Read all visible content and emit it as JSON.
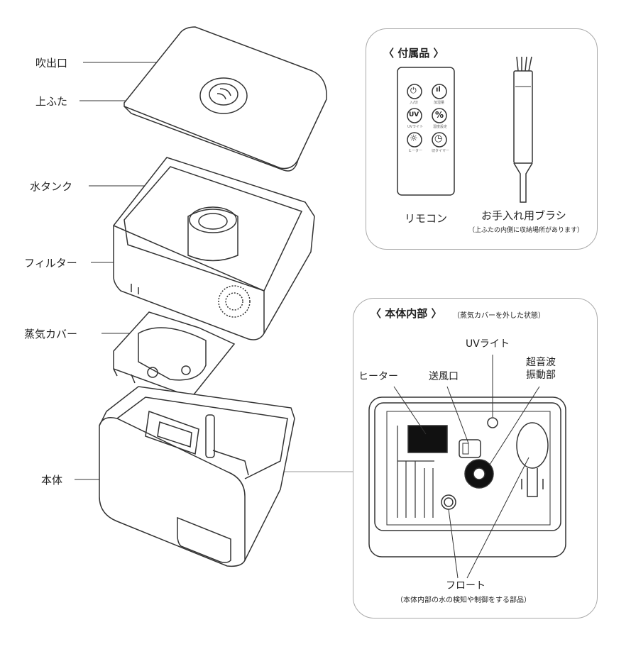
{
  "parts_labels": {
    "outlet": "吹出口",
    "lid": "上ふた",
    "water_tank": "水タンク",
    "filter": "フィルター",
    "steam_cover": "蒸気カバー",
    "body": "本体"
  },
  "accessories": {
    "title": "〈 付属品 〉",
    "remote_label": "リモコン",
    "brush_label": "お手入れ用ブラシ",
    "brush_note": "（上ふたの内側に収納場所があります）",
    "remote_buttons": [
      {
        "icon": "power-icon",
        "glyph": "⏻",
        "label": "入/切"
      },
      {
        "icon": "bars-icon",
        "glyph": "ıl",
        "label": "加湿量"
      },
      {
        "icon": "uv-icon",
        "glyph": "UV",
        "label": "UVライト"
      },
      {
        "icon": "percent-icon",
        "glyph": "%",
        "label": "湿度設定"
      },
      {
        "icon": "sun-icon",
        "glyph": "☼",
        "label": "ヒーター"
      },
      {
        "icon": "timer-icon",
        "glyph": "◷",
        "label": "切タイマー"
      }
    ]
  },
  "interior": {
    "title": "〈 本体内部 〉",
    "subtitle": "（蒸気カバーを外した状態）",
    "uv_light": "UVライト",
    "ultrasonic_line1": "超音波",
    "ultrasonic_line2": "振動部",
    "heater": "ヒーター",
    "air_outlet": "送風口",
    "float": "フロート",
    "float_note": "（本体内部の水の検知や制御をする部品）"
  }
}
